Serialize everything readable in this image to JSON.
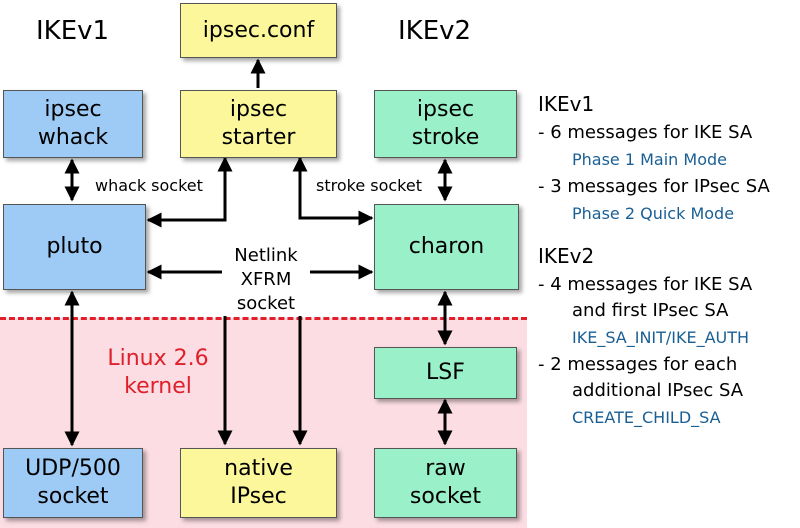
{
  "headings": {
    "ikev1": "IKEv1",
    "ikev2": "IKEv2"
  },
  "boxes": {
    "ipsec_conf": "ipsec.conf",
    "ipsec_whack": "ipsec\nwhack",
    "ipsec_starter": "ipsec\nstarter",
    "ipsec_stroke": "ipsec\nstroke",
    "pluto": "pluto",
    "charon": "charon",
    "lsf": "LSF",
    "udp500_socket": "UDP/500\nsocket",
    "native_ipsec": "native\nIPsec",
    "raw_socket": "raw\nsocket"
  },
  "labels": {
    "whack_socket": "whack socket",
    "stroke_socket": "stroke socket",
    "netlink_xfrm_socket": "Netlink\nXFRM\nsocket",
    "linux_kernel": "Linux 2.6\nkernel"
  },
  "right_panel": {
    "ikev1_title": "IKEv1",
    "ikev1_line1": "- 6 messages for IKE SA",
    "ikev1_line1_sub": "Phase 1 Main Mode",
    "ikev1_line2": "- 3 messages for IPsec SA",
    "ikev1_line2_sub": "Phase 2 Quick Mode",
    "ikev2_title": "IKEv2",
    "ikev2_line1a": "- 4 messages for IKE SA",
    "ikev2_line1b": "and first IPsec SA",
    "ikev2_line1_sub": "IKE_SA_INIT/IKE_AUTH",
    "ikev2_line2a": "- 2 messages for each",
    "ikev2_line2b": "additional IPsec SA",
    "ikev2_line2_sub": "CREATE_CHILD_SA"
  },
  "colors": {
    "pluto_side": "#9ecbf5",
    "shared": "#fbf79a",
    "charon_side": "#9af0c8",
    "kernel_zone": "#fbdde3",
    "kernel_border": "#e0202a",
    "mode_text": "#1a5f94"
  }
}
